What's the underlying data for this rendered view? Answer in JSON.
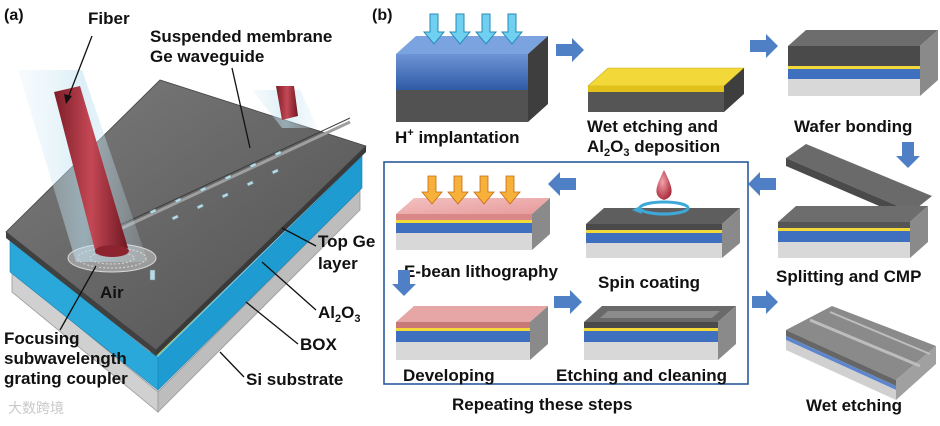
{
  "panel_a": {
    "tag": "(a)",
    "labels": {
      "fiber": "Fiber",
      "waveguide_line1": "Suspended membrane",
      "waveguide_line2": "Ge waveguide",
      "top_ge_line1": "Top Ge",
      "top_ge_line2": "layer",
      "air": "Air",
      "al2o3": "Al",
      "al2o3_sub": "2",
      "al2o3_tail": "O",
      "al2o3_sub2": "3",
      "box": "BOX",
      "coupler_line1": "Focusing",
      "coupler_line2": "subwavelength",
      "coupler_line3": "grating coupler",
      "substrate": "Si substrate"
    }
  },
  "panel_b": {
    "tag": "(b)",
    "steps": {
      "implant": "H",
      "implant_sup": "+",
      "implant_tail": " implantation",
      "wet_etch_line1": "Wet etching and",
      "wet_etch_al": "Al",
      "wet_etch_sub1": "2",
      "wet_etch_o": "O",
      "wet_etch_sub2": "3",
      "wet_etch_tail": " deposition",
      "wafer_bonding": "Wafer bonding",
      "splitting": "Splitting and CMP",
      "ebeam": "E-bean lithography",
      "spin": "Spin coating",
      "developing": "Developing",
      "etching_cleaning": "Etching and cleaning",
      "repeat": "Repeating these steps",
      "final_wet": "Wet etching"
    }
  },
  "watermark": "大数跨境",
  "colors": {
    "accent_arrow": "#4f7fc4",
    "implant_arrow": "#6fd0f2",
    "ebeam_arrow": "#f7b13a",
    "dark_layer": "#5a5a5a",
    "blue_layer": "#3f6fbf",
    "yellow_layer": "#f3d83a",
    "cyan_box": "#2fb6e4",
    "fiber": "#b0303a"
  }
}
